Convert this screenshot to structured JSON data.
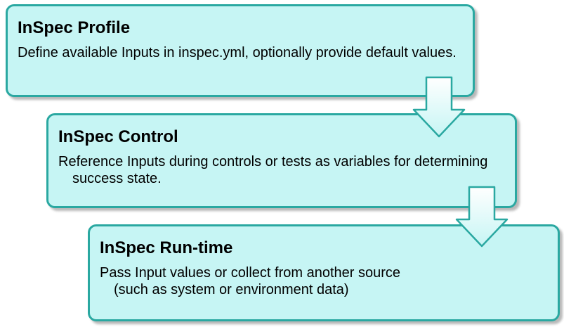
{
  "steps": [
    {
      "title": "InSpec Profile",
      "description": "Define available Inputs in inspec.yml, optionally provide default values."
    },
    {
      "title": "InSpec Control",
      "description": "Reference Inputs during controls or tests as variables for determining success state."
    },
    {
      "title": "InSpec Run-time",
      "description": "Pass Input values or collect from another source (such as system or environment data)"
    }
  ],
  "colors": {
    "box_fill": "#c6f5f4",
    "box_border": "#2aa8a1",
    "arrow_fill": "#ffffff",
    "arrow_gradient_end": "#c6f5f4",
    "arrow_stroke": "#2aa8a1"
  }
}
